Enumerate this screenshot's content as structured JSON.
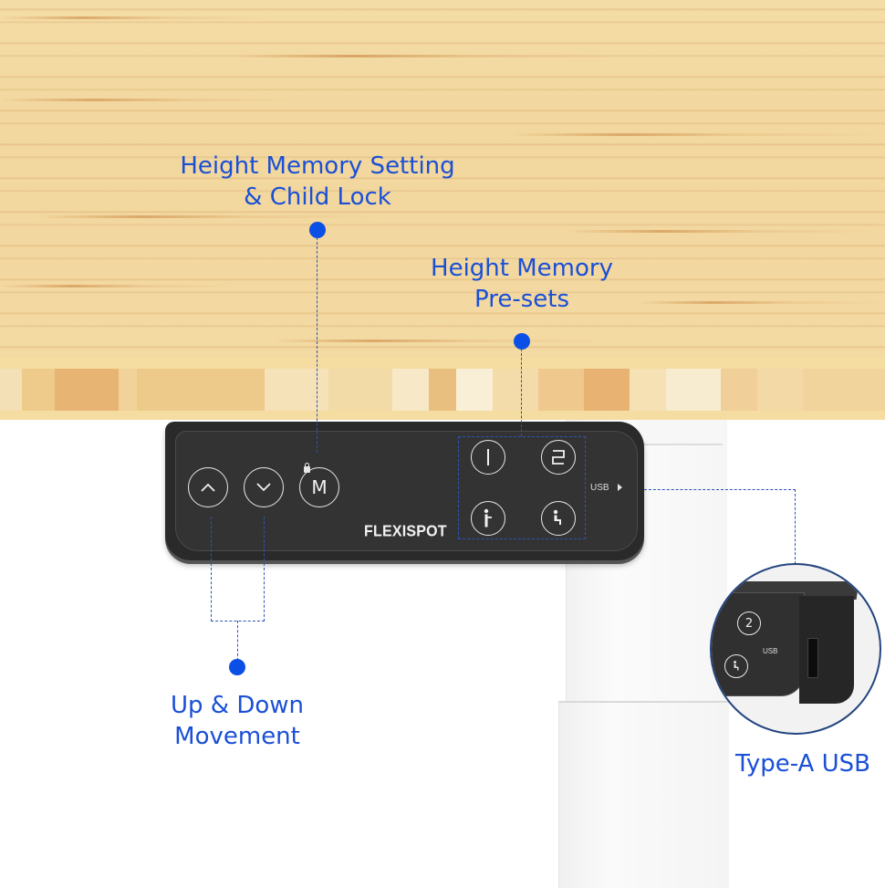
{
  "image": {
    "type": "product-feature-illustration",
    "subject": "standing desk control panel"
  },
  "annotations": {
    "memory_setting": {
      "line1": "Height Memory Setting",
      "line2": "& Child Lock"
    },
    "memory_presets": {
      "line1": "Height Memory",
      "line2": "Pre-sets"
    },
    "up_down": {
      "line1": "Up & Down",
      "line2": "Movement"
    },
    "usb": {
      "label": "Type-A USB"
    }
  },
  "panel": {
    "brand": "FLEXISPOT",
    "usb_label": "USB",
    "buttons": {
      "up": "up-arrow",
      "down": "down-arrow",
      "memory": "M",
      "preset1": "1",
      "preset2": "2",
      "standing": "standing-person",
      "sitting": "sitting-person"
    }
  },
  "inset": {
    "usb_label": "USB",
    "preset2": "2",
    "sitting": "sitting-person"
  },
  "colors": {
    "annotation_blue": "#1a4fd6",
    "dot_blue": "#0b4fe6",
    "dash_blue": "#2a55b8",
    "panel_dark": "#2a2a2a",
    "desk_wood": "#f2d79e"
  }
}
